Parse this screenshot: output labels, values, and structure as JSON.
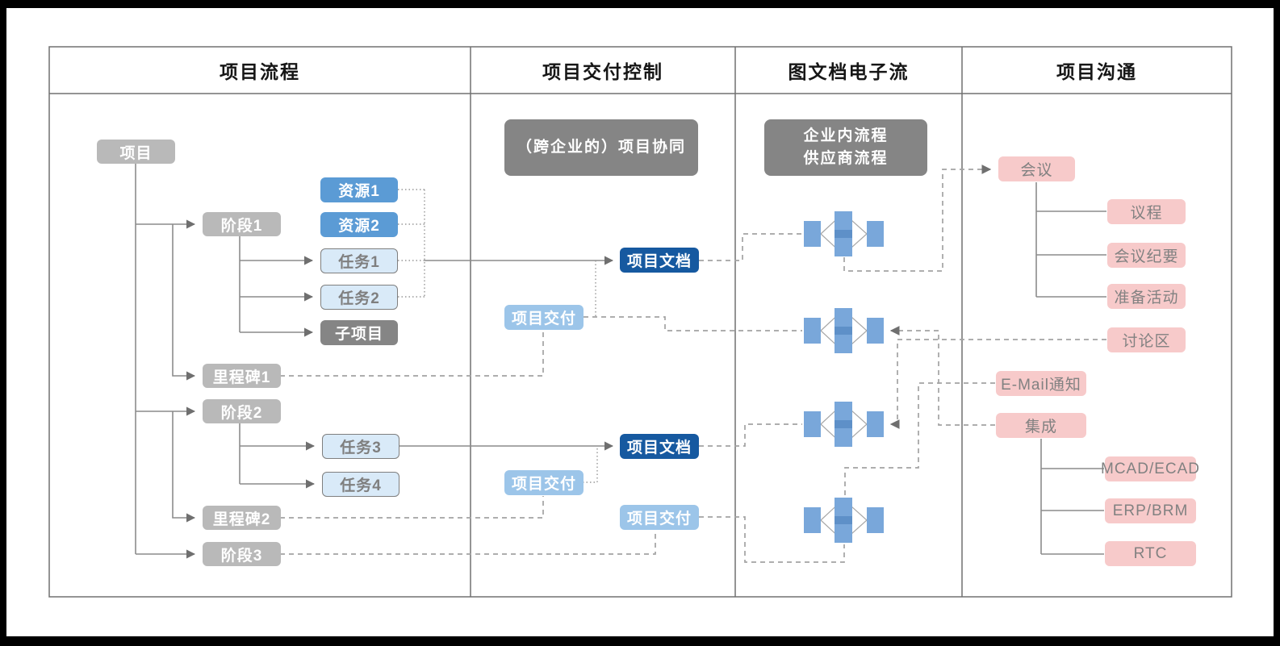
{
  "columns": [
    {
      "header": "项目流程"
    },
    {
      "header": "项目交付控制"
    },
    {
      "header": "图文档电子流"
    },
    {
      "header": "项目沟通"
    }
  ],
  "col1": {
    "project": "项目",
    "phase1": "阶段1",
    "res1": "资源1",
    "res2": "资源2",
    "task1": "任务1",
    "task2": "任务2",
    "subproject": "子项目",
    "milestone1": "里程碑1",
    "phase2": "阶段2",
    "task3": "任务3",
    "task4": "任务4",
    "milestone2": "里程碑2",
    "phase3": "阶段3"
  },
  "col2": {
    "collab": "（跨企业的）项目协同",
    "doc1": "项目文档",
    "deliver1": "项目交付",
    "doc2": "项目文档",
    "deliver2": "项目交付",
    "deliver3": "项目交付"
  },
  "col3": {
    "flows_line1": "企业内流程",
    "flows_line2": "供应商流程"
  },
  "col4": {
    "meeting": "会议",
    "agenda": "议程",
    "minutes": "会议纪要",
    "prep": "准备活动",
    "forum": "讨论区",
    "email": "E-Mail通知",
    "integration": "集成",
    "mcad": "MCAD/ECAD",
    "erp": "ERP/BRM",
    "rtc": "RTC"
  },
  "colors": {
    "gray_node": "#b9b9b9",
    "dark_gray_node": "#858585",
    "blue_node": "#5b9bd5",
    "light_blue_node": "#d9eaf8",
    "navy_node": "#1659a0",
    "sky_node": "#9cc5e9",
    "pink_node": "#f7caca",
    "workflow_glyph_blue": "#79a7da",
    "workflow_glyph_band": "#5e90c8",
    "line_gray": "#8c8c8c"
  }
}
